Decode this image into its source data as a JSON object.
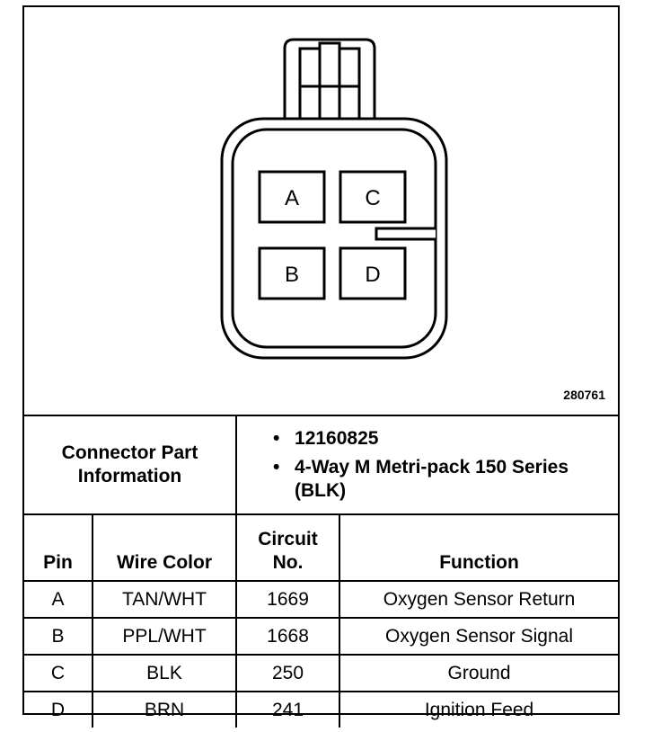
{
  "diagram": {
    "pins": [
      {
        "label": "A"
      },
      {
        "label": "C"
      },
      {
        "label": "B"
      },
      {
        "label": "D"
      }
    ],
    "figure_number": "280761"
  },
  "connector_info": {
    "label": "Connector Part Information",
    "values": [
      "12160825",
      "4-Way M Metri-pack 150 Series (BLK)"
    ]
  },
  "table": {
    "headers": [
      "Pin",
      "Wire Color",
      "Circuit No.",
      "Function"
    ],
    "rows": [
      [
        "A",
        "TAN/WHT",
        "1669",
        "Oxygen Sensor Return"
      ],
      [
        "B",
        "PPL/WHT",
        "1668",
        "Oxygen Sensor Signal"
      ],
      [
        "C",
        "BLK",
        "250",
        "Ground"
      ],
      [
        "D",
        "BRN",
        "241",
        "Ignition Feed"
      ]
    ]
  }
}
